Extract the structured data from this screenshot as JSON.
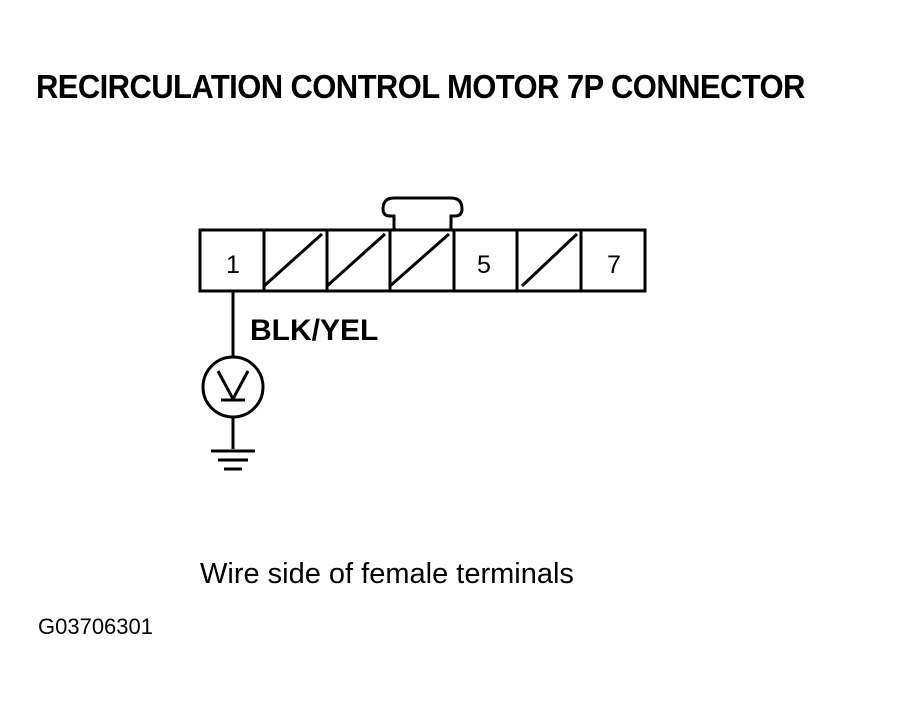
{
  "title": "RECIRCULATION CONTROL MOTOR 7P CONNECTOR",
  "connector": {
    "terminals": [
      {
        "label": "1",
        "populated": true
      },
      {
        "label": "",
        "populated": false
      },
      {
        "label": "",
        "populated": false
      },
      {
        "label": "",
        "populated": false
      },
      {
        "label": "5",
        "populated": true
      },
      {
        "label": "",
        "populated": false
      },
      {
        "label": "7",
        "populated": true
      }
    ]
  },
  "wire": {
    "color_label": "BLK/YEL"
  },
  "meter": {
    "icon": "voltmeter-icon"
  },
  "ground": {
    "icon": "ground-icon"
  },
  "caption": "Wire side of female terminals",
  "figure_id": "G03706301"
}
